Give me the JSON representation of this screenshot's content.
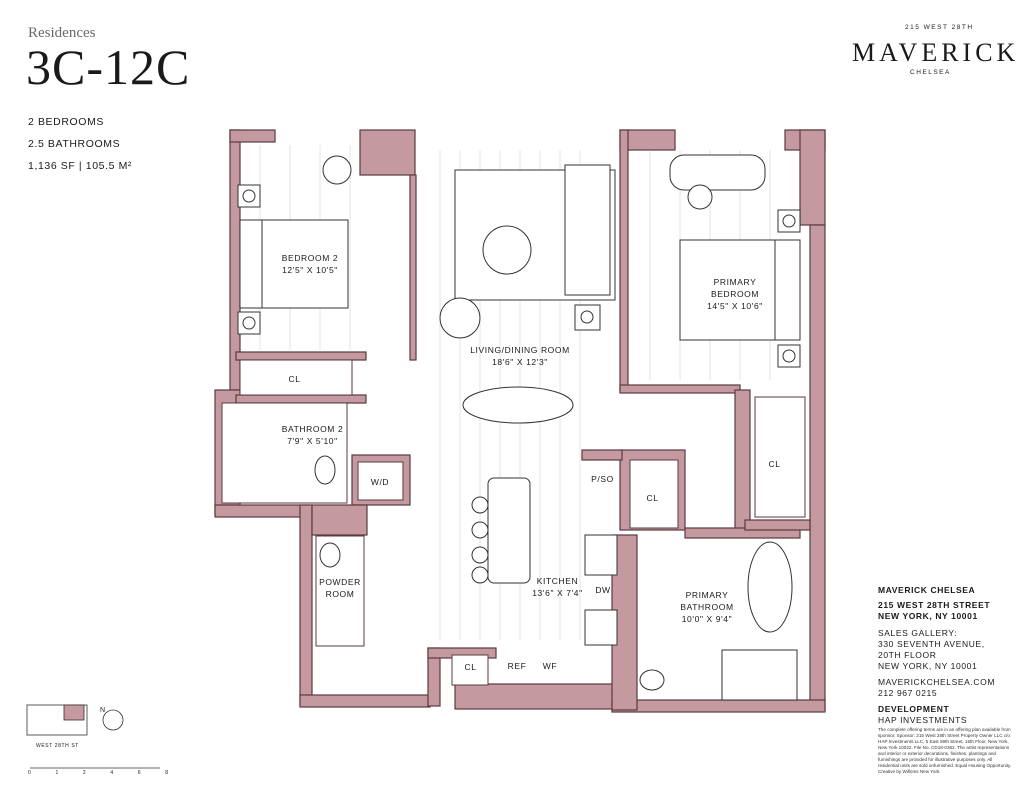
{
  "header": {
    "residences_label": "Residences",
    "unit_numbers": "3C-12C",
    "bedrooms": "2 BEDROOMS",
    "bathrooms": "2.5 BATHROOMS",
    "area": "1,136 SF | 105.5 M²"
  },
  "brand": {
    "address_top": "215 WEST 28TH",
    "name": "MAVERICK",
    "subtitle": "CHELSEA"
  },
  "rooms": {
    "bedroom2": "BEDROOM 2\n12'5\" X 10'5\"",
    "living": "LIVING/DINING ROOM\n18'6\" X 12'3\"",
    "primary_bedroom": "PRIMARY\nBEDROOM\n14'5\" X 10'6\"",
    "bathroom2": "BATHROOM 2\n7'9\" X 5'10\"",
    "cl1": "CL",
    "cl2": "CL",
    "cl3": "CL",
    "cl4": "CL",
    "wd": "W/D",
    "pso": "P/SO",
    "dw": "DW",
    "ref": "REF",
    "wf": "WF",
    "kitchen": "KITCHEN\n13'6\" X 7'4\"",
    "powder": "POWDER\nROOM",
    "primary_bath": "PRIMARY\nBATHROOM\n10'0\" X 9'4\""
  },
  "info": {
    "title": "MAVERICK CHELSEA",
    "address1": "215 WEST 28TH STREET",
    "address2": "NEW YORK, NY 10001",
    "sales1": "SALES GALLERY:",
    "sales2": "330 SEVENTH AVENUE,",
    "sales3": "20TH FLOOR",
    "sales4": "NEW YORK, NY 10001",
    "website": "MAVERICKCHELSEA.COM",
    "phone": "212 967 0215",
    "dev_label": "DEVELOPMENT",
    "dev_name": "HAP INVESTMENTS",
    "disclaimer": "The complete offering terms are in an offering plan available from sponsor. Sponsor: 215 West 28th Street Property Owner LLC c/o HAP Investments LLC, 5 East 59th Street, 15th Floor, New York, New York 10022. File No. CD18-0362. The artist representations and interior or exterior decorations, finishes, plantings and furnishings are provided for illustrative purposes only. All residential units are sold unfurnished. Equal Housing Opportunity. Creative by Willoms New York."
  },
  "keyplan": {
    "street": "WEST 28TH ST",
    "north": "N",
    "scale_ticks": [
      "0",
      "1",
      "2",
      "4",
      "6",
      "8"
    ]
  },
  "colors": {
    "wall": "#c49aa0",
    "wall_stroke": "#5a3a40",
    "line": "#333333"
  }
}
